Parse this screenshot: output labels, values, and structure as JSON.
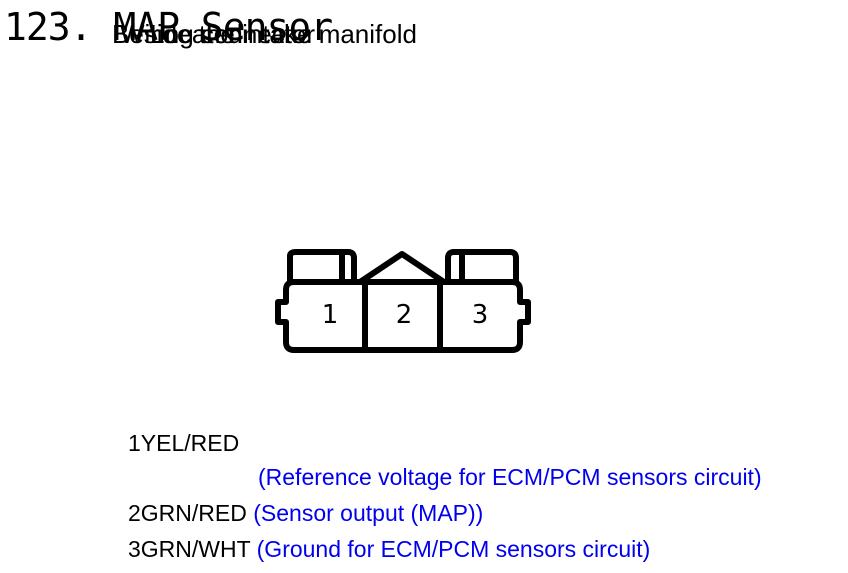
{
  "page": {
    "title": "123. MAP Sensor",
    "overlay_lines": [
      "Beside the intake manifold",
      "Wiring connector",
      "Located"
    ]
  },
  "connector": {
    "pins": [
      {
        "number": "1",
        "wire": "YEL/RED",
        "function": "(Reference voltage for ECM/PCM sensors circuit)"
      },
      {
        "number": "2",
        "wire": "GRN/RED",
        "function": "(Sensor output (MAP))"
      },
      {
        "number": "3",
        "wire": "GRN/WHT",
        "function": "(Ground for ECM/PCM sensors circuit)"
      }
    ]
  },
  "colors": {
    "text": "#000000",
    "description": "#0000ee",
    "outline": "#000000"
  }
}
